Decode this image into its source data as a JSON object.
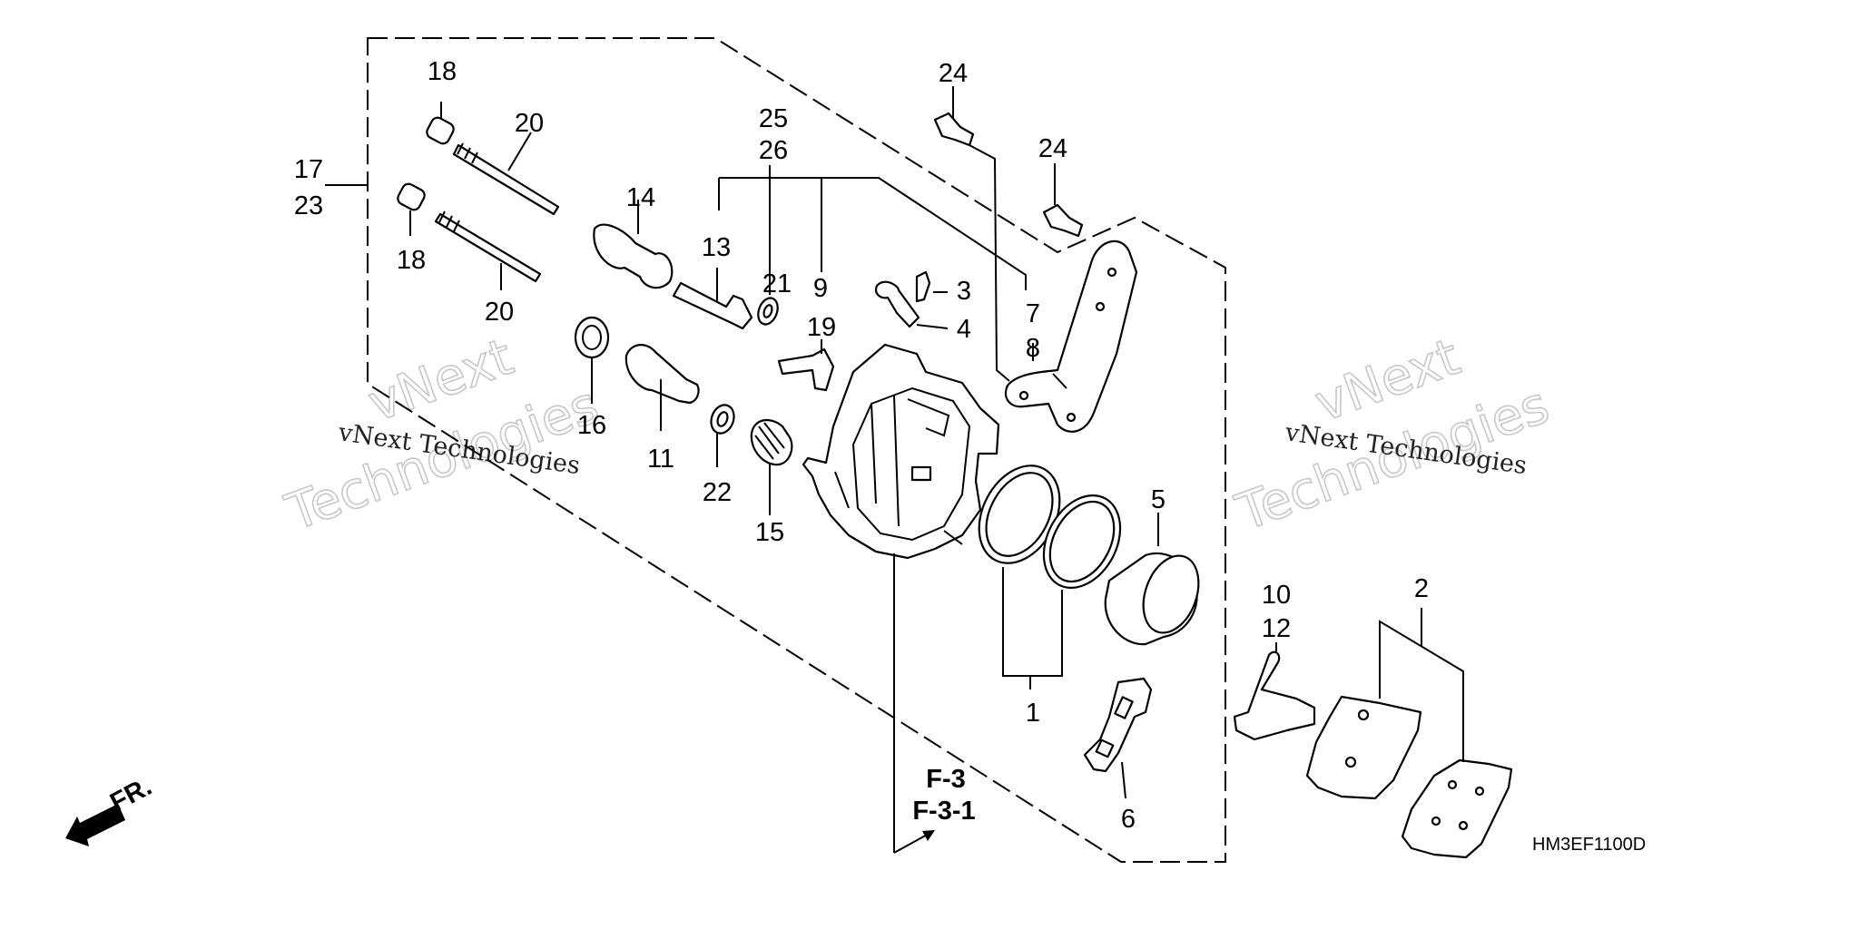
{
  "callouts": {
    "c18a": "18",
    "c18b": "18",
    "c20a": "20",
    "c20b": "20",
    "c17": "17",
    "c23": "23",
    "c14": "14",
    "c13": "13",
    "c25": "25",
    "c26": "26",
    "c21": "21",
    "c9": "9",
    "c24a": "24",
    "c24b": "24",
    "c3": "3",
    "c4": "4",
    "c7": "7",
    "c8": "8",
    "c19": "19",
    "c16": "16",
    "c11": "11",
    "c22": "22",
    "c15": "15",
    "c5": "5",
    "c1": "1",
    "c6": "6",
    "c10": "10",
    "c12": "12",
    "c2": "2"
  },
  "refs": {
    "f3": "F-3",
    "f31": "F-3-1"
  },
  "front_label": "FR.",
  "diagram_code": "HM3EF1100D",
  "watermark": {
    "line1": "vNext",
    "line2": "Technologies",
    "small": "vNext Technologies"
  }
}
